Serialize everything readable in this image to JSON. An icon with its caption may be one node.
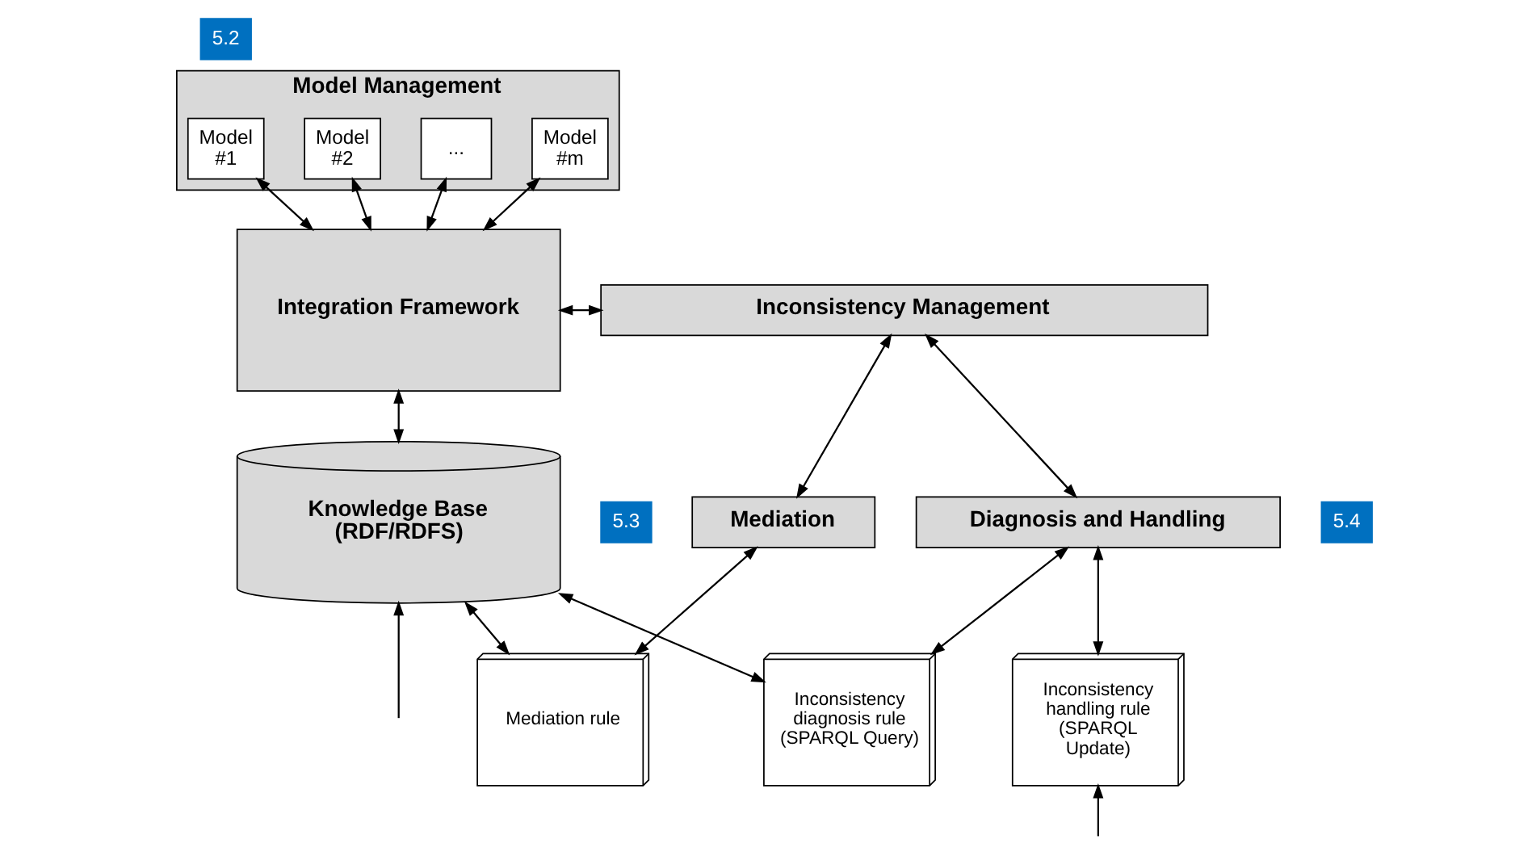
{
  "diagram": {
    "nodes": [
      {
        "text": [
          "Model Management"
        ]
      },
      {
        "text": [
          "Model #1"
        ],
        "in": 0
      },
      {
        "text": [
          "Model #2"
        ],
        "in": 0
      },
      {
        "text": [
          "..."
        ],
        "in": 0
      },
      {
        "text": [
          "Model #m"
        ],
        "in": 0
      },
      {
        "text": [
          "Integration Framework"
        ]
      },
      {
        "text": [
          "Inconsistency Management"
        ]
      },
      {
        "text": [
          "Mediation"
        ]
      },
      {
        "text": [
          "Diagnosis and Handling"
        ]
      },
      {
        "text": [
          "Knowledge Base (RDF/RDFS)"
        ]
      },
      {
        "text": [
          "Mediation rule"
        ]
      },
      {
        "text": [
          "Inconsistency diagnosis rule (SPARQL Query)"
        ]
      },
      {
        "text": [
          "Inconsistency handling rule (SPARQL Update)"
        ]
      },
      {
        "text": [
          "5.2"
        ]
      },
      {
        "text": [
          "5.3"
        ]
      },
      {
        "text": [
          "5.4"
        ]
      }
    ],
    "edges": [
      {
        "from": 1,
        "to": 5,
        "arrow": "both"
      },
      {
        "from": 2,
        "to": 5,
        "arrow": "both"
      },
      {
        "from": 3,
        "to": 5,
        "arrow": "both"
      },
      {
        "from": 4,
        "to": 5,
        "arrow": "both"
      },
      {
        "from": 5,
        "to": 6,
        "arrow": "both"
      },
      {
        "from": 6,
        "to": 7,
        "arrow": "both"
      },
      {
        "from": 6,
        "to": 8,
        "arrow": "both"
      },
      {
        "from": 5,
        "to": 9,
        "arrow": "both"
      },
      {
        "from": 7,
        "to": 10,
        "arrow": "both"
      },
      {
        "from": 8,
        "to": 11,
        "arrow": "both"
      },
      {
        "from": 8,
        "to": 12,
        "arrow": "both"
      },
      {
        "from": null,
        "to": 9,
        "arrow": "to"
      },
      {
        "from": 9,
        "to": 11,
        "arrow": "both"
      },
      {
        "from": 9,
        "to": 10,
        "arrow": "both"
      },
      {
        "from": null,
        "to": 12,
        "arrow": "to"
      }
    ]
  }
}
